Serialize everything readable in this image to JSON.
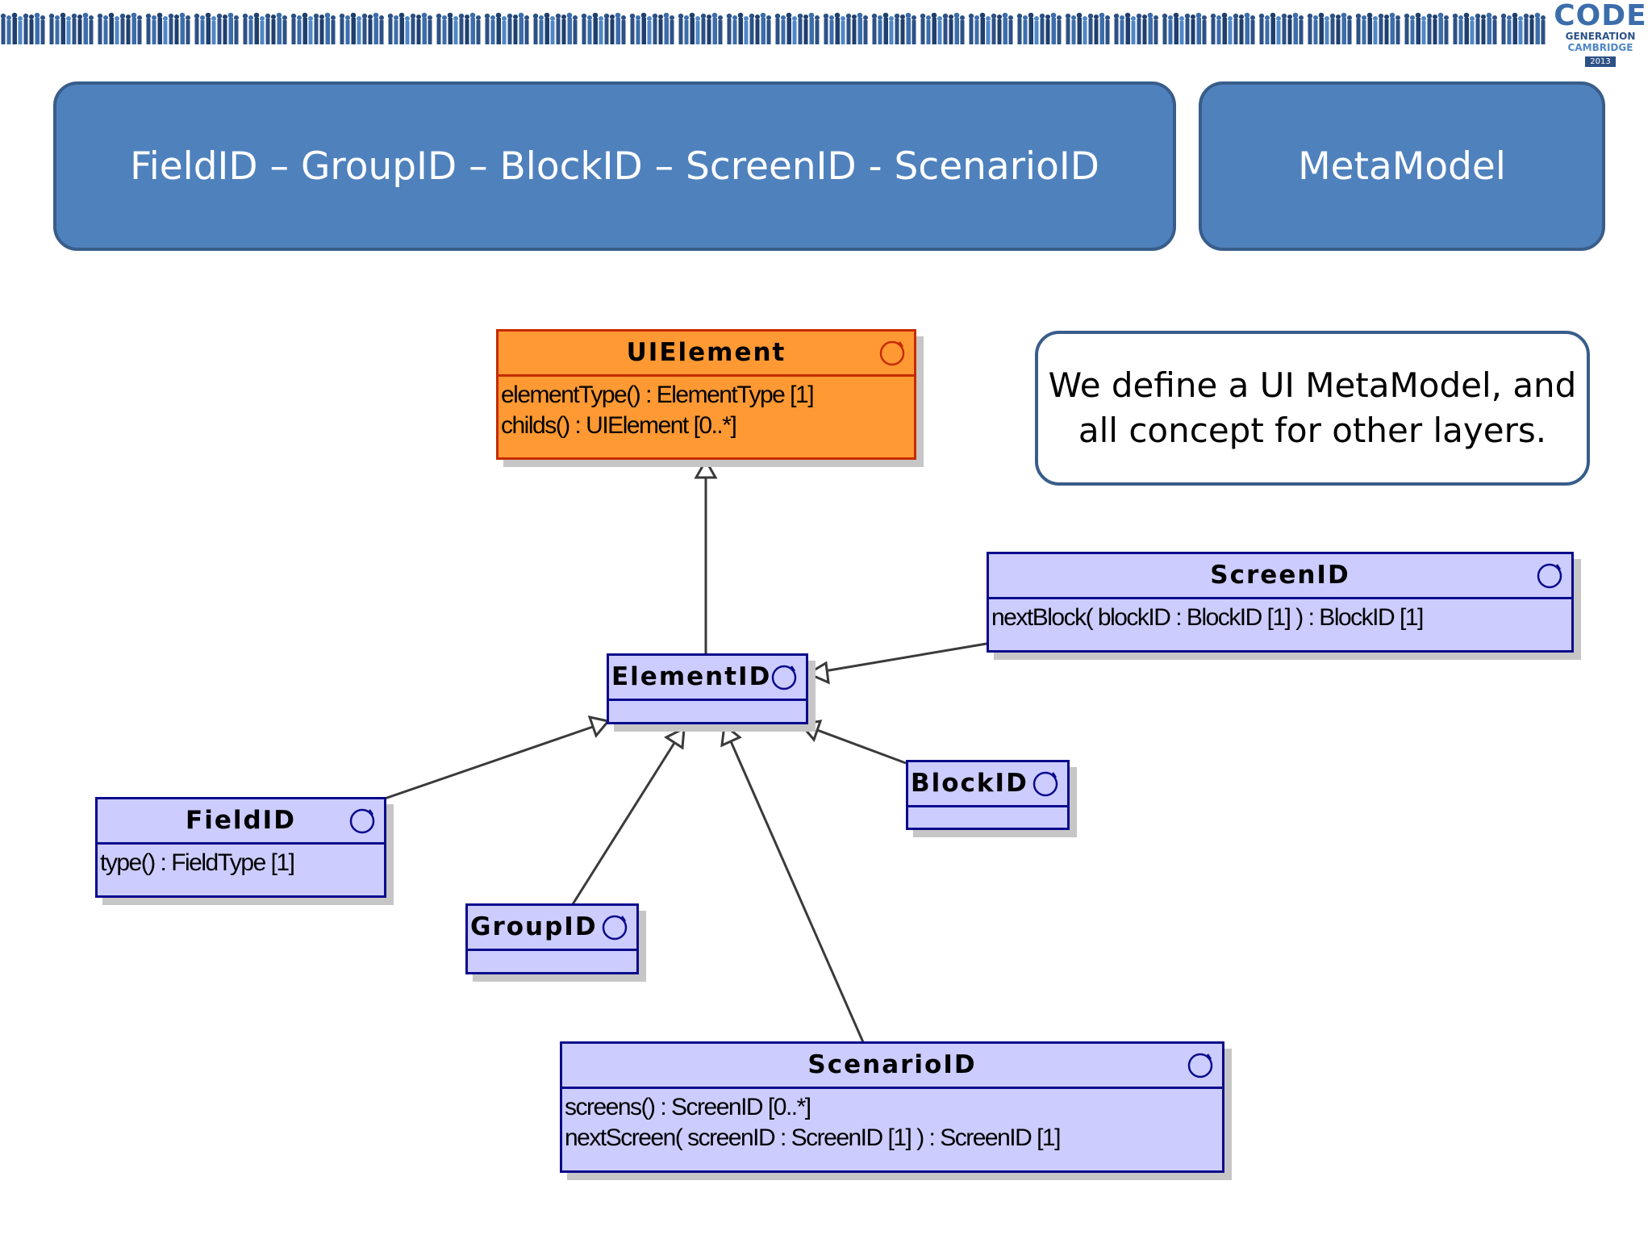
{
  "logo": {
    "line1": "CODE",
    "line2": "GENERATION",
    "line3": "CAMBRIDGE",
    "line4": "2013"
  },
  "header": {
    "main_title": "FieldID – GroupID – BlockID – ScreenID - ScenarioID",
    "side_title": "MetaModel"
  },
  "note": {
    "line1": "We define a UI MetaModel, and",
    "line2": "all concept for other layers."
  },
  "colors": {
    "title_box": "#4f81bd",
    "title_border": "#385d8a",
    "class_fill": "#ccccff",
    "class_border": "#0a0a8c",
    "root_fill": "#ff9933",
    "root_border": "#c62b00"
  },
  "diagram": {
    "ui_element": {
      "name": "UIElement",
      "ops": [
        "elementType() : ElementType [1]",
        "childs() : UIElement [0..*]"
      ]
    },
    "element_id": {
      "name": "ElementID"
    },
    "screen_id": {
      "name": "ScreenID",
      "ops": [
        "nextBlock( blockID : BlockID [1] ) : BlockID [1]"
      ]
    },
    "block_id": {
      "name": "BlockID"
    },
    "field_id": {
      "name": "FieldID",
      "ops": [
        "type() : FieldType [1]"
      ]
    },
    "group_id": {
      "name": "GroupID"
    },
    "scenario_id": {
      "name": "ScenarioID",
      "ops": [
        "screens() : ScreenID [0..*]",
        "nextScreen( screenID : ScreenID [1] ) : ScreenID [1]"
      ]
    }
  }
}
